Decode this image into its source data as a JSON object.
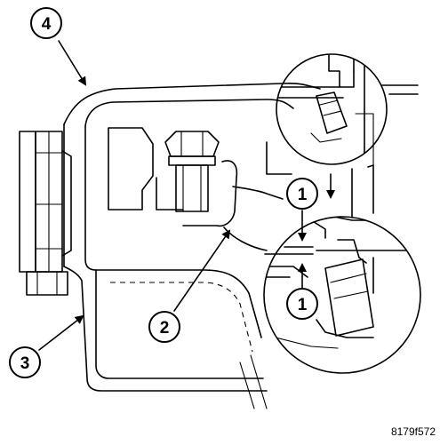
{
  "figure_code": "8179f572",
  "callouts": [
    {
      "label": "4"
    },
    {
      "label": "1"
    },
    {
      "label": "1"
    },
    {
      "label": "2"
    },
    {
      "label": "3"
    }
  ]
}
